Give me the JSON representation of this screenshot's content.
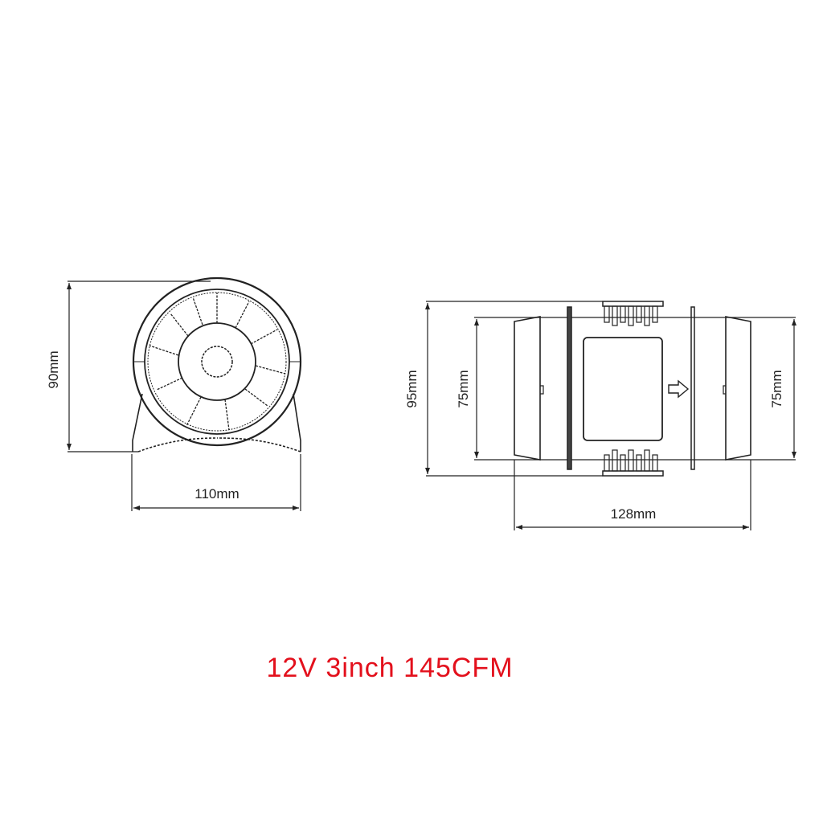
{
  "diagram": {
    "front_view": {
      "height_label": "90mm",
      "width_label": "110mm"
    },
    "side_view": {
      "overall_height_label": "95mm",
      "inlet_diameter_label": "75mm",
      "outlet_diameter_label": "75mm",
      "length_label": "128mm",
      "airflow_arrow": "arrow-right-icon"
    }
  },
  "caption": {
    "text": "12V 3inch 145CFM",
    "color": "#e3101c"
  },
  "colors": {
    "line": "#222222",
    "background": "#ffffff"
  }
}
